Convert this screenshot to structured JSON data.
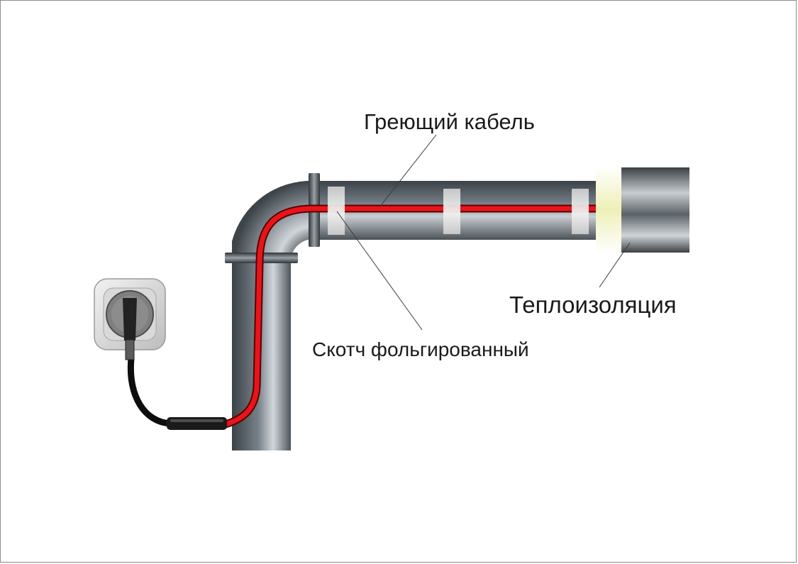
{
  "labels": {
    "heating_cable": "Греющий кабель",
    "insulation": "Теплоизоляция",
    "foil_tape": "Скотч фольгированный"
  },
  "colors": {
    "cable": "#e8141b",
    "cable_outline": "#5a0000",
    "power_cord": "#0d0d0d",
    "pipe_dark": "#3e454a",
    "pipe_light": "#c5cbd0",
    "insulation_foam": "#f3f4c8",
    "tape": "#dcdcdc"
  },
  "icons": [
    "wall-socket-icon",
    "plug-icon",
    "cable-coupling-icon"
  ]
}
